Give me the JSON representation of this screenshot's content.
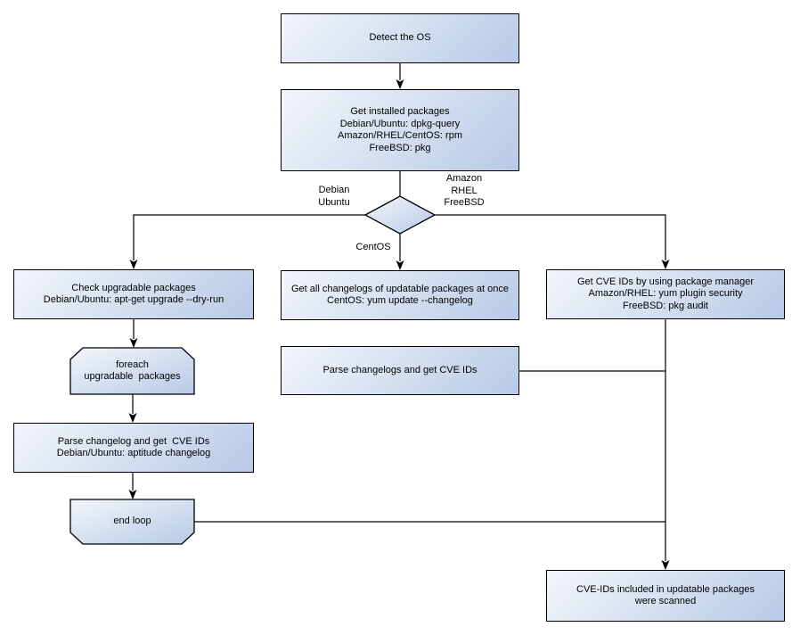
{
  "diagram": {
    "description": "Flowchart: OS detection and CVE scanning of updatable packages",
    "colors": {
      "node-grad-light": "#f3f6fb",
      "node-grad-dark": "#b7cae6",
      "node-border": "#000000",
      "connector": "#000000",
      "text": "#000000",
      "canvas-bg": "#ffffff"
    },
    "nodes": {
      "detect_os": {
        "type": "process",
        "label": "Detect the OS"
      },
      "get_installed_packages": {
        "type": "process",
        "label": "Get installed packages\nDebian/Ubuntu: dpkg-query\nAmazon/RHEL/CentOS: rpm\nFreeBSD: pkg"
      },
      "os_decision": {
        "type": "decision",
        "label": ""
      },
      "check_upgradable_packages": {
        "type": "process",
        "label": "Check upgradable packages\nDebian/Ubuntu: apt-get upgrade --dry-run"
      },
      "foreach_loop_start": {
        "type": "loop-start",
        "label": "foreach\nupgradable  packages"
      },
      "parse_changelog_left": {
        "type": "process",
        "label": "Parse changelog and get  CVE IDs\nDebian/Ubuntu: aptitude changelog"
      },
      "end_loop": {
        "type": "loop-end",
        "label": "end loop"
      },
      "get_all_changelogs": {
        "type": "process",
        "label": "Get all changelogs of updatable packages at once\nCentOS: yum update --changelog"
      },
      "parse_changelogs_mid": {
        "type": "process",
        "label": "Parse changelogs and get CVE IDs"
      },
      "get_cve_ids_right": {
        "type": "process",
        "label": "Get CVE IDs by using package manager\nAmazon/RHEL: yum plugin security\nFreeBSD: pkg audit"
      },
      "scanned_result": {
        "type": "process",
        "label": "CVE-IDs included in updatable packages\nwere scanned"
      }
    },
    "edge_labels": {
      "debian_ubuntu": "Debian\nUbuntu",
      "amazon_rhel_freebsd": "Amazon\nRHEL\nFreeBSD",
      "centos": "CentOS"
    }
  }
}
